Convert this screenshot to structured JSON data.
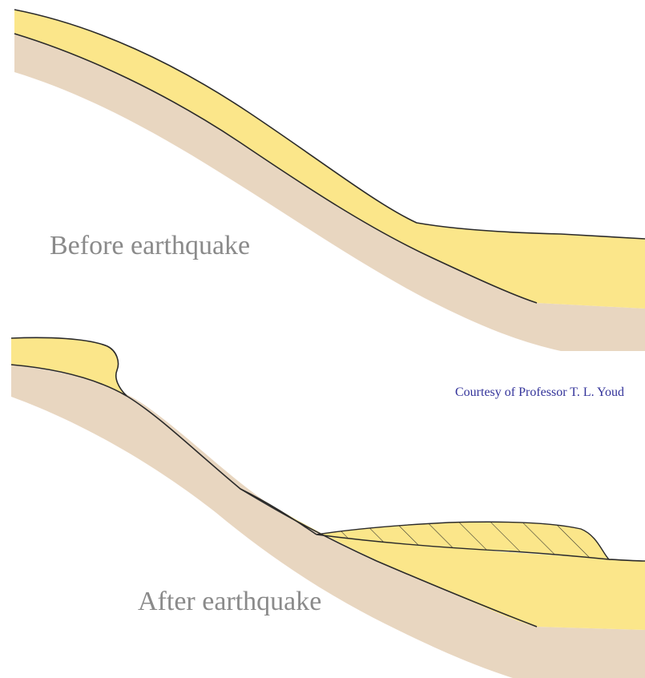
{
  "captions": {
    "before": "Before earthquake",
    "after": "After earthquake"
  },
  "credit": "Courtesy of Professor T. L. Youd",
  "colors": {
    "surface_layer": "#fbe68a",
    "base_layer": "#e8d6c0",
    "outline": "#2a2a2a",
    "caption_text": "#8a8a8a",
    "credit_text": "#33339a"
  }
}
